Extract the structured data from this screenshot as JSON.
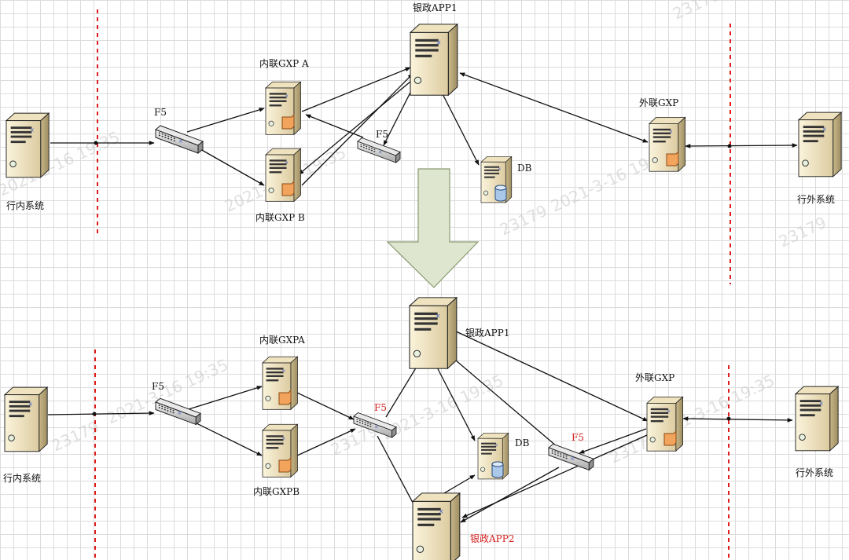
{
  "top": {
    "labels": {
      "internal": "行内系统",
      "f5_left": "F5",
      "gxp_a": "内联GXP A",
      "gxp_b": "内联GXP B",
      "f5_mid": "F5",
      "app1": "银政APP1",
      "db": "DB",
      "ext_gxp": "外联GXP",
      "external": "行外系统"
    }
  },
  "bottom": {
    "labels": {
      "internal": "行内系统",
      "f5_left": "F5",
      "gxp_a": "内联GXPA",
      "gxp_b": "内联GXPB",
      "f5_mid": "F5",
      "app1": "银政APP1",
      "app2": "银政APP2",
      "db": "DB",
      "f5_right": "F5",
      "ext_gxp": "外联GXP",
      "external": "行外系统"
    }
  },
  "watermarks": [
    "2021-3-16 19:35",
    "23179"
  ],
  "colors": {
    "boundary": "#e01b1b",
    "highlight_label": "#d62020",
    "arrow_fill": "#dfe6cf",
    "arrow_stroke": "#8a9a70"
  }
}
